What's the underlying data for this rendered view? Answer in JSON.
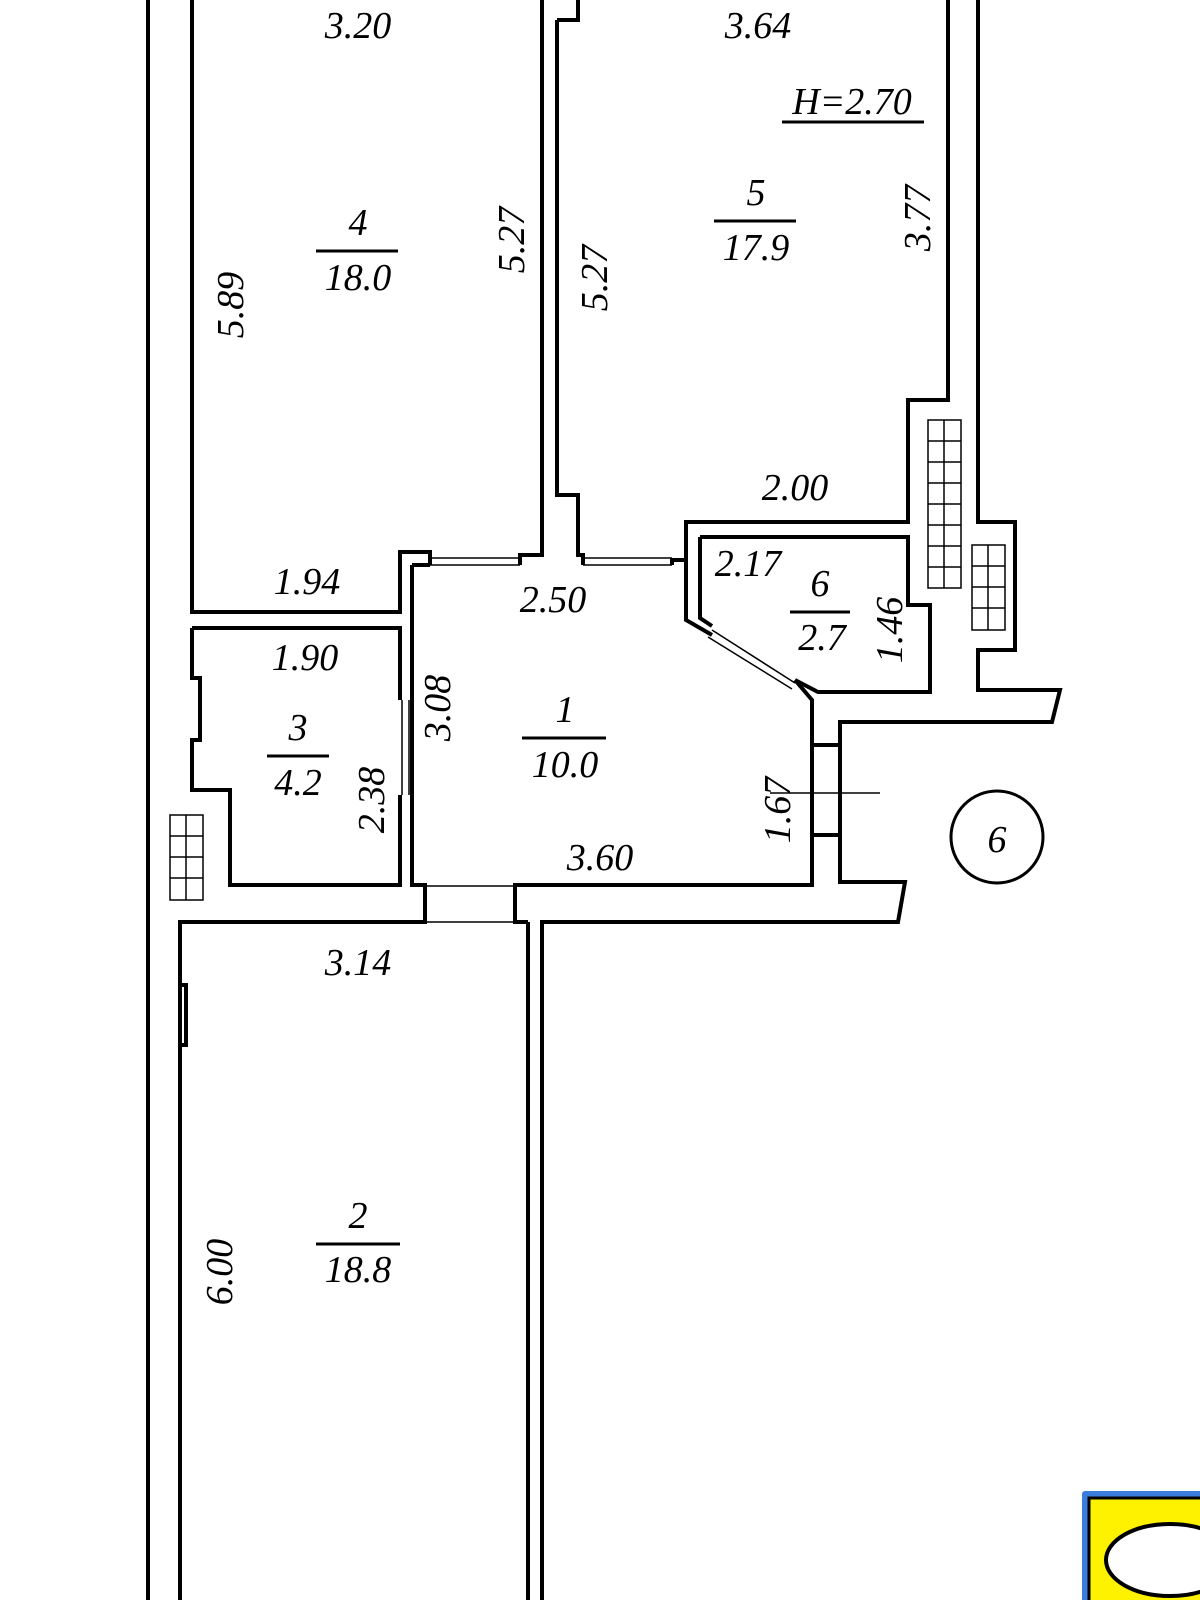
{
  "ceiling_height": "H=2.70",
  "rooms": [
    {
      "number": "1",
      "area": "10.0"
    },
    {
      "number": "2",
      "area": "18.8"
    },
    {
      "number": "3",
      "area": "4.2"
    },
    {
      "number": "4",
      "area": "18.0"
    },
    {
      "number": "5",
      "area": "17.9"
    },
    {
      "number": "6",
      "area": "2.7"
    }
  ],
  "dimensions": {
    "d320": "3.20",
    "d364": "3.64",
    "d589": "5.89",
    "d527a": "5.27",
    "d527b": "5.27",
    "d377": "3.77",
    "d200": "2.00",
    "d194": "1.94",
    "d250": "2.50",
    "d217": "2.17",
    "d146": "1.46",
    "d190": "1.90",
    "d308": "3.08",
    "d238": "2.38",
    "d167": "1.67",
    "d360": "3.60",
    "d314": "3.14",
    "d600": "6.00"
  },
  "section_marker": "6",
  "colors": {
    "badge_fill": "#FFF200",
    "badge_border": "#3B7DDD"
  }
}
